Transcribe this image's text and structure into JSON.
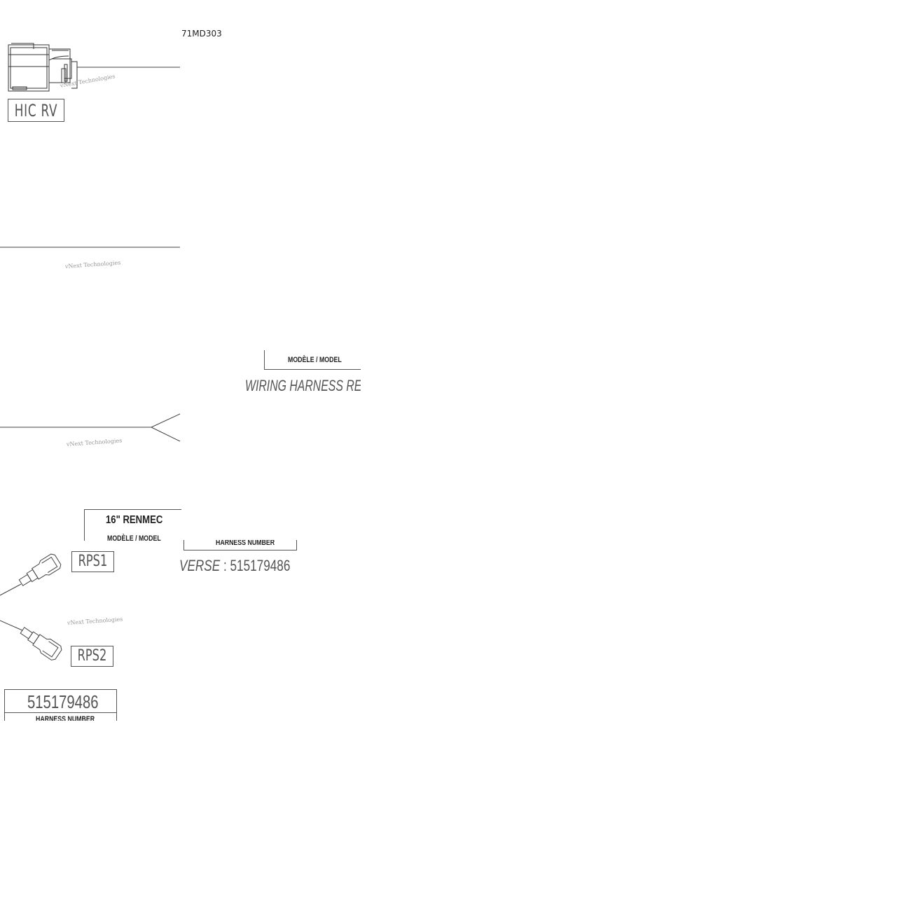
{
  "drawing": {
    "code": "71MD303",
    "connectors": {
      "hic": "HIC  RV",
      "rps1": "RPS1",
      "rps2": "RPS2"
    },
    "title_block": {
      "model_label": "MODÈLE / MODEL",
      "model_label_partial": "MODÈLE / MODEL",
      "title_text": "WIRING HARNESS  REVERSE",
      "title_visible_start": "WIRING HARNESS  RE",
      "title_visible_end": "VERSE",
      "title_sep": " : ",
      "harness_number": "515179486",
      "harness_label": "HARNESS NUMBER",
      "model_name": "16\" RENMEC"
    },
    "watermark": "vNext Technologies"
  },
  "colors": {
    "line": "#444444",
    "label_gray": "#555555",
    "watermark": "#999999"
  }
}
